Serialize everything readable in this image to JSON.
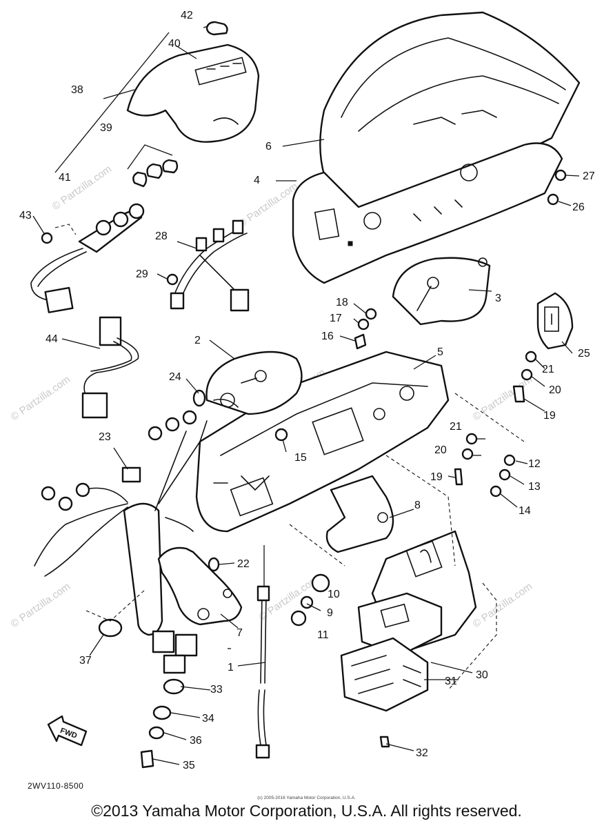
{
  "watermark": "© Partzilla.com",
  "fwd_label": "FWD",
  "diagram_code": "2WV110-8500",
  "small_copyright": "(c) 2005-2016 Yamaha Motor Corporation, U.S.A.",
  "copyright": "©2013 Yamaha Motor Corporation, U.S.A. All rights reserved.",
  "callouts": {
    "c1": "1",
    "c2": "2",
    "c3": "3",
    "c4": "4",
    "c5": "5",
    "c6": "6",
    "c7": "7",
    "c8": "8",
    "c9": "9",
    "c10": "10",
    "c11": "11",
    "c12": "12",
    "c13": "13",
    "c14": "14",
    "c15": "15",
    "c16": "16",
    "c17": "17",
    "c18": "18",
    "c19a": "19",
    "c19b": "19",
    "c20a": "20",
    "c20b": "20",
    "c21a": "21",
    "c21b": "21",
    "c22": "22",
    "c23": "23",
    "c24": "24",
    "c25": "25",
    "c26": "26",
    "c27": "27",
    "c28": "28",
    "c29": "29",
    "c30": "30",
    "c31": "31",
    "c32": "32",
    "c33": "33",
    "c34": "34",
    "c35": "35",
    "c36": "36",
    "c37": "37",
    "c38": "38",
    "c39": "39",
    "c40": "40",
    "c41": "41",
    "c42": "42",
    "c43": "43",
    "c44": "44"
  }
}
